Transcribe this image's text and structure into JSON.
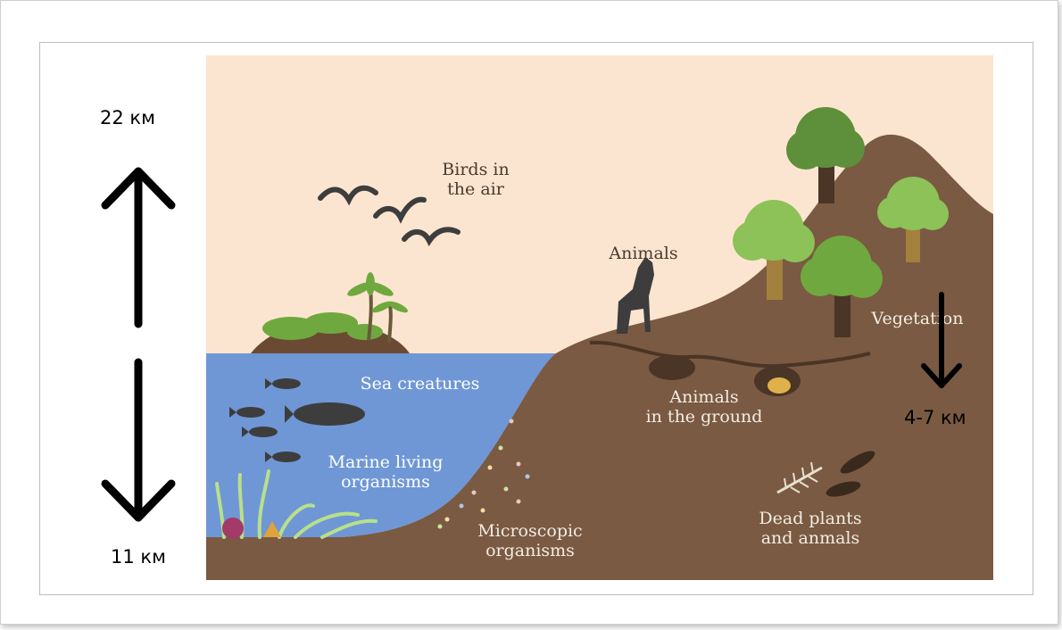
{
  "scale": {
    "top_label": "22 км",
    "bottom_label": "11 км",
    "right_label": "4-7 км"
  },
  "labels": {
    "birds": "Birds in\nthe air",
    "animals": "Animals",
    "vegetation": "Vegetation",
    "sea_creatures": "Sea creatures",
    "marine": "Marine living\norganisms",
    "microscopic": "Microscopic\norganisms",
    "animals_ground": "Animals\nin the ground",
    "dead": "Dead plants\nand anmals"
  },
  "colors": {
    "sky": "#fce5d0",
    "sea": "#6f97d6",
    "ground": "#7a5a42",
    "tree_dark": "#5e8f3a",
    "tree_light": "#8cc257",
    "silhouette": "#3d3d3d"
  }
}
